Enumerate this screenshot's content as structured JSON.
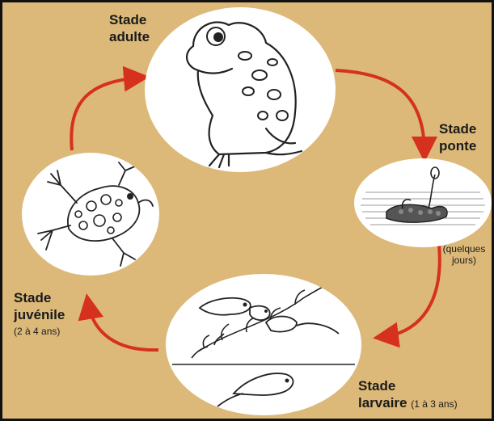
{
  "colors": {
    "background": "#dcb979",
    "arrow": "#d6301f",
    "circle": "#ffffff",
    "ink": "#1a1a1a"
  },
  "stages": {
    "adult": {
      "title_line1": "Stade",
      "title_line2": "adulte",
      "icon": "adult-frog-icon"
    },
    "ponte": {
      "title_line1": "Stade",
      "title_line2": "ponte",
      "duration_line1": "(quelques",
      "duration_line2": "jours)",
      "icon": "eggs-icon"
    },
    "larvaire": {
      "title_line1": "Stade",
      "title_line2": "larvaire",
      "duration": "(1 à 3 ans)",
      "icon": "tadpoles-icon"
    },
    "juvenile": {
      "title_line1": "Stade",
      "title_line2": "juvénile",
      "duration": "(2 à 4 ans)",
      "icon": "juvenile-frog-icon"
    }
  }
}
